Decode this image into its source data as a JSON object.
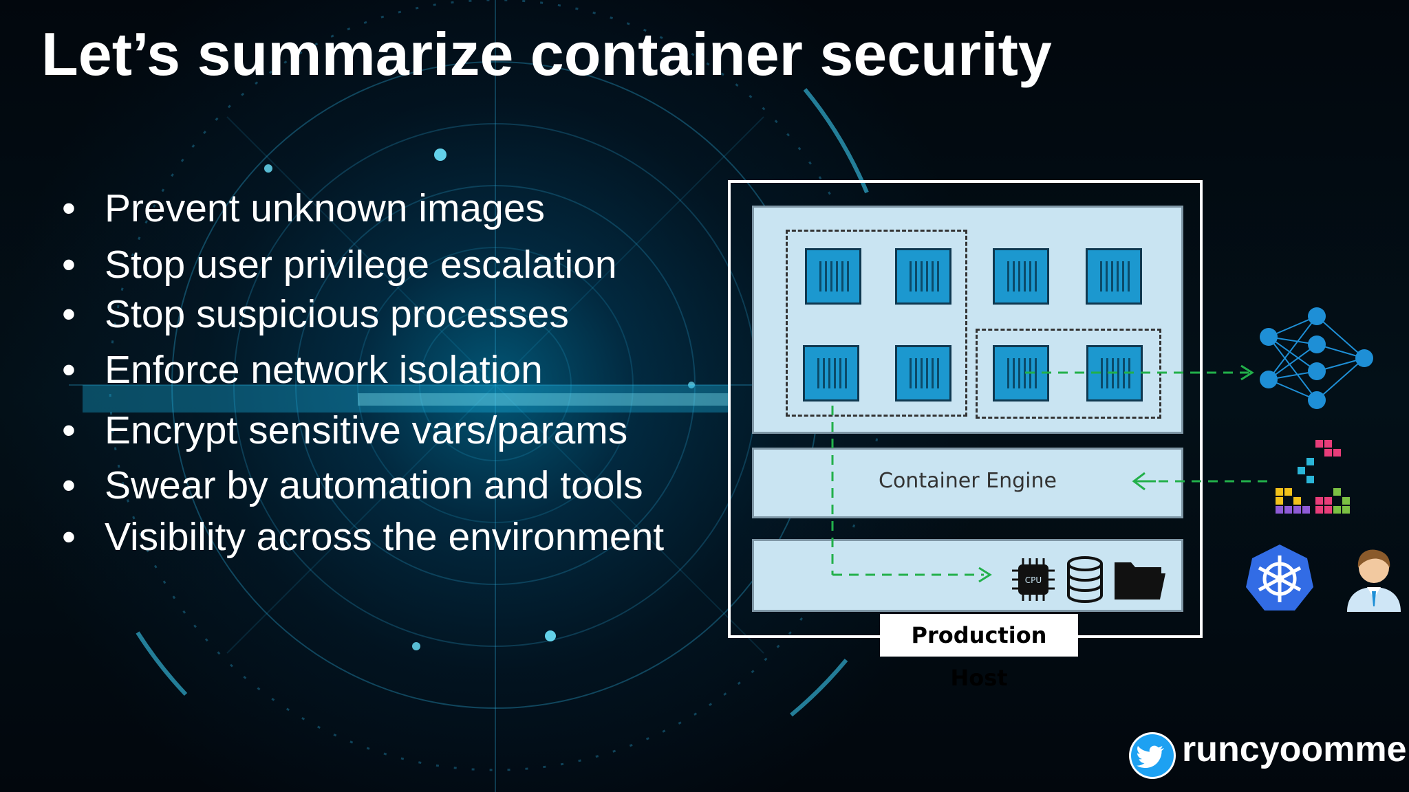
{
  "slide": {
    "title": "Let’s summarize container security",
    "bullets": [
      "Prevent unknown images",
      "Stop user privilege escalation",
      "Stop suspicious processes",
      "Enforce network isolation",
      "Encrypt sensitive vars/params",
      "Swear by automation and tools",
      "Visibility across the environment"
    ]
  },
  "diagram": {
    "engine_label": "Container Engine",
    "host_label": "Production Host",
    "cpu_chip_text": "CPU"
  },
  "footer": {
    "handle": "runcyoomme"
  },
  "icons": {
    "bullet": "bullet-dot",
    "cpu": "cpu-chip-icon",
    "database": "database-icon",
    "folder": "folder-icon",
    "network": "neural-network-icon",
    "blocks": "pixel-blocks-icon",
    "kubernetes": "kubernetes-wheel-icon",
    "person": "person-avatar-icon",
    "social": "twitter-bird-icon"
  },
  "colors": {
    "accent": "#1e8fd6",
    "container_fill": "#1c98cf",
    "panel_fill": "#c9e4f2",
    "flow_arrow": "#22b04a",
    "text": "#ffffff"
  }
}
